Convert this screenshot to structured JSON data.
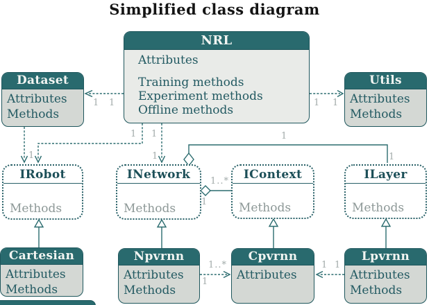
{
  "title": "Simplified class diagram",
  "colors": {
    "teal_header": "#296a6e",
    "line_teal": "#2a6b6e",
    "border_dark": "#1e565c",
    "nrl_body": "#e9ebe8",
    "class_body": "#d4d8d4",
    "body_text": "#235a62",
    "interface_text": "#8d9897",
    "multiplicity_gray": "#a2abaa"
  },
  "classes": {
    "nrl": {
      "name": "NRL",
      "attributes": [
        "Attributes"
      ],
      "methods": [
        "Training methods",
        "Experiment methods",
        "Offline methods"
      ]
    },
    "dataset": {
      "name": "Dataset",
      "lines": [
        "Attributes",
        "Methods"
      ]
    },
    "utils": {
      "name": "Utils",
      "lines": [
        "Attributes",
        "Methods"
      ]
    },
    "irobot": {
      "name": "IRobot",
      "methods_label": "Methods"
    },
    "inetwork": {
      "name": "INetwork",
      "methods_label": "Methods"
    },
    "icontext": {
      "name": "IContext",
      "methods_label": "Methods"
    },
    "ilayer": {
      "name": "ILayer",
      "methods_label": "Methods"
    },
    "cartesian": {
      "name": "Cartesian",
      "lines": [
        "Attributes",
        "Methods"
      ]
    },
    "npvrnn": {
      "name": "Npvrnn",
      "lines": [
        "Attributes",
        "Methods"
      ]
    },
    "cpvrnn": {
      "name": "Cpvrnn",
      "lines": [
        "Attributes"
      ]
    },
    "lpvrnn": {
      "name": "Lpvrnn",
      "lines": [
        "Attributes",
        "Methods"
      ]
    }
  },
  "multiplicities": {
    "nrl_dataset_left": "1",
    "nrl_dataset_right": "1",
    "nrl_utils_left": "1",
    "nrl_utils_right": "1",
    "nrl_irobot_src": "1",
    "nrl_inetwork_src": "1",
    "irobot_dst": "1",
    "inetwork_dst": "1",
    "inetwork_ilayer_mid": "1",
    "inetwork_ilayer_dst": "1",
    "inetwork_icontext_many": "1..*",
    "inetwork_icontext_one": "1",
    "npvrnn_cpvrnn_many": "1..*",
    "npvrnn_cpvrnn_one": "1",
    "lpvrnn_cpvrnn_left": "1",
    "lpvrnn_cpvrnn_right": "1"
  }
}
